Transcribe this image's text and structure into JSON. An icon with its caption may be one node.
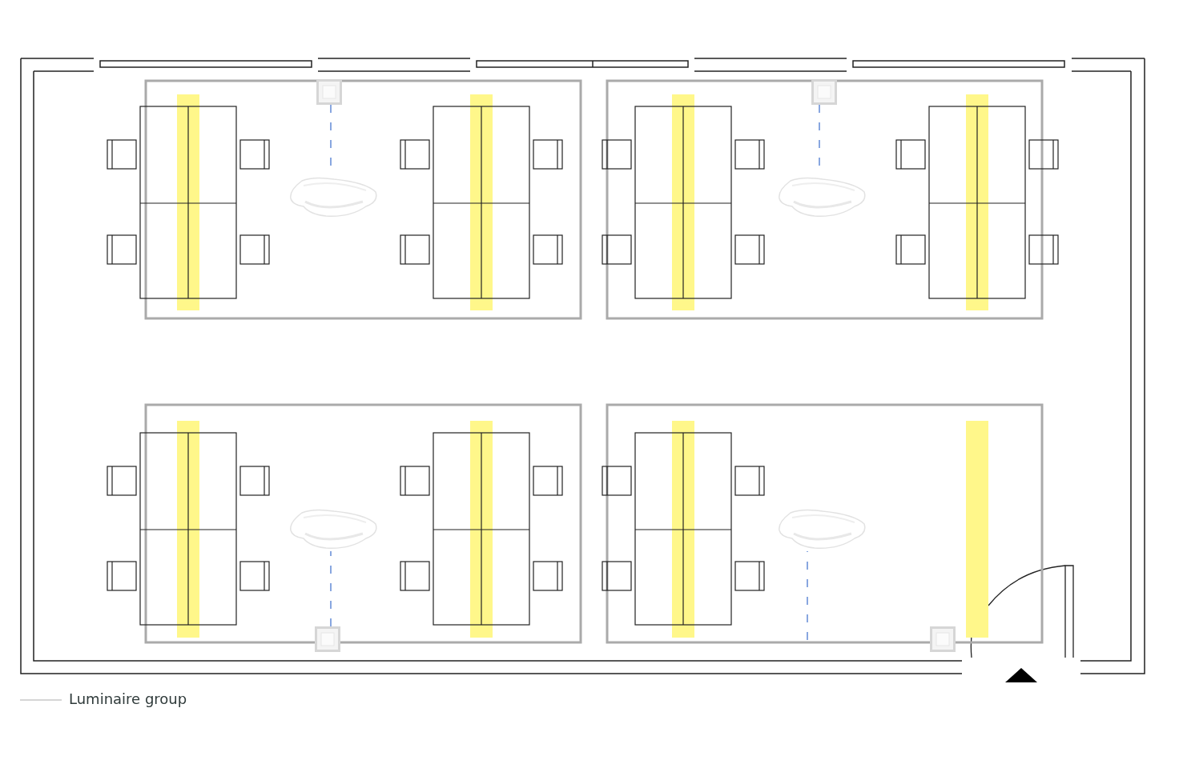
{
  "diagram": {
    "nodes": [
      {
        "text": [],
        "shape": "box"
      },
      {
        "text": [],
        "shape": "box"
      },
      {
        "text": [],
        "shape": "picture"
      },
      {
        "text": [],
        "shape": "picture"
      },
      {
        "text": [],
        "shape": "picture"
      },
      {
        "text": [],
        "shape": "picture"
      },
      {
        "text": [],
        "shape": "box"
      },
      {
        "text": [],
        "shape": "box"
      }
    ],
    "edges": [
      {
        "from": 0,
        "to": 2,
        "arrow": "none",
        "style": "dashed"
      },
      {
        "from": 1,
        "to": 3,
        "arrow": "none",
        "style": "dashed"
      },
      {
        "from": 6,
        "to": 4,
        "arrow": "none",
        "style": "dashed"
      },
      {
        "from": null,
        "to": 5,
        "arrow": "none",
        "style": "dashed"
      }
    ],
    "legend": [
      {
        "text": "Luminaire group"
      }
    ]
  }
}
